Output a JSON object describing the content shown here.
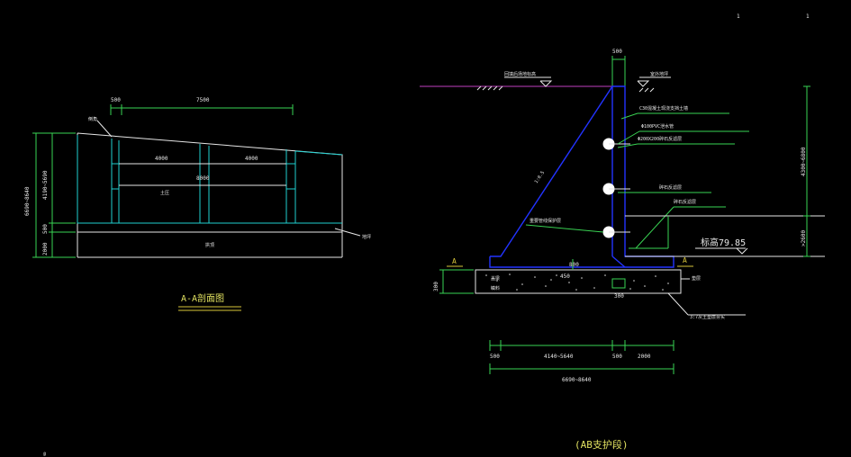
{
  "page_numbers": [
    "1",
    "1"
  ],
  "left_section": {
    "dims_top": [
      "500",
      "7500"
    ],
    "dims_inner": [
      "4000",
      "4000",
      "8000"
    ],
    "dims_left": [
      "6690~8640",
      "4190~5690",
      "500",
      "2000"
    ],
    "labels": [
      "倒角",
      "土压",
      "拱顶",
      "地坪"
    ],
    "title": "A-A剖面图"
  },
  "right_section": {
    "dims_top": [
      "500"
    ],
    "labels_top": [
      "回填后场地标高",
      "室外地坪"
    ],
    "callouts": [
      "C30混凝土现浇支挡土墙",
      "Φ100PVC泄水管",
      "Φ200X200碎石反滤层",
      "碎石反滤层",
      "碎石反滤层"
    ],
    "slope_label": "1:0.5",
    "drain_label": "重要管线保护层",
    "level_label": "标高79.85",
    "dims_right": [
      "4300~6800",
      ">2600"
    ],
    "section_marks": [
      "A",
      "A"
    ],
    "base_labels": [
      "800",
      "450",
      "300",
      "盖梁",
      "填料",
      "垫层",
      "3:7灰土垫层夯实"
    ],
    "base_dim_left": "300",
    "dims_bottom": [
      "500",
      "4140~5640",
      "500",
      "2000"
    ],
    "dims_total": "6690~8640",
    "title": "(AB支护段)"
  },
  "corner_mark": "@"
}
